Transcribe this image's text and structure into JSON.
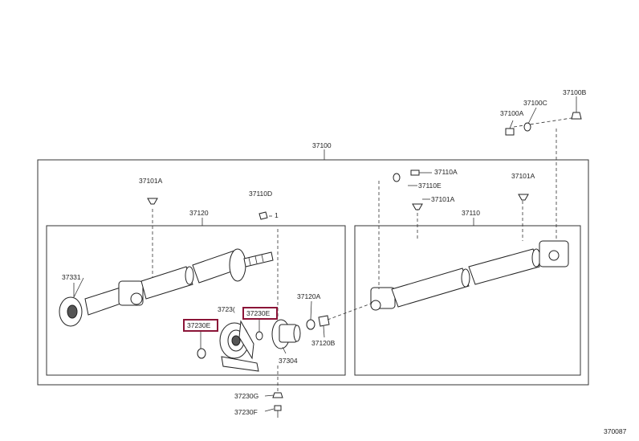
{
  "labels": {
    "l37100": "37100",
    "l37100B": "37100B",
    "l37100C": "37100C",
    "l37100A": "37100A",
    "l37101A_left": "37101A",
    "l37110D": "37110D",
    "l1": "1",
    "l37120": "37120",
    "l37331": "37331",
    "l37230": "3723(",
    "l37230E_a": "37230E",
    "l37230E_b": "37230E",
    "l37304": "37304",
    "l37120A": "37120A",
    "l37120B": "37120B",
    "l37110A": "37110A",
    "l37110E": "37110E",
    "l37101A_mid": "37101A",
    "l37101A_right": "37101A",
    "l37110": "37110",
    "l37230G": "37230G",
    "l37230F": "37230F",
    "code": "370087"
  },
  "colors": {
    "highlight": "#8b1538",
    "ink": "#222222"
  }
}
